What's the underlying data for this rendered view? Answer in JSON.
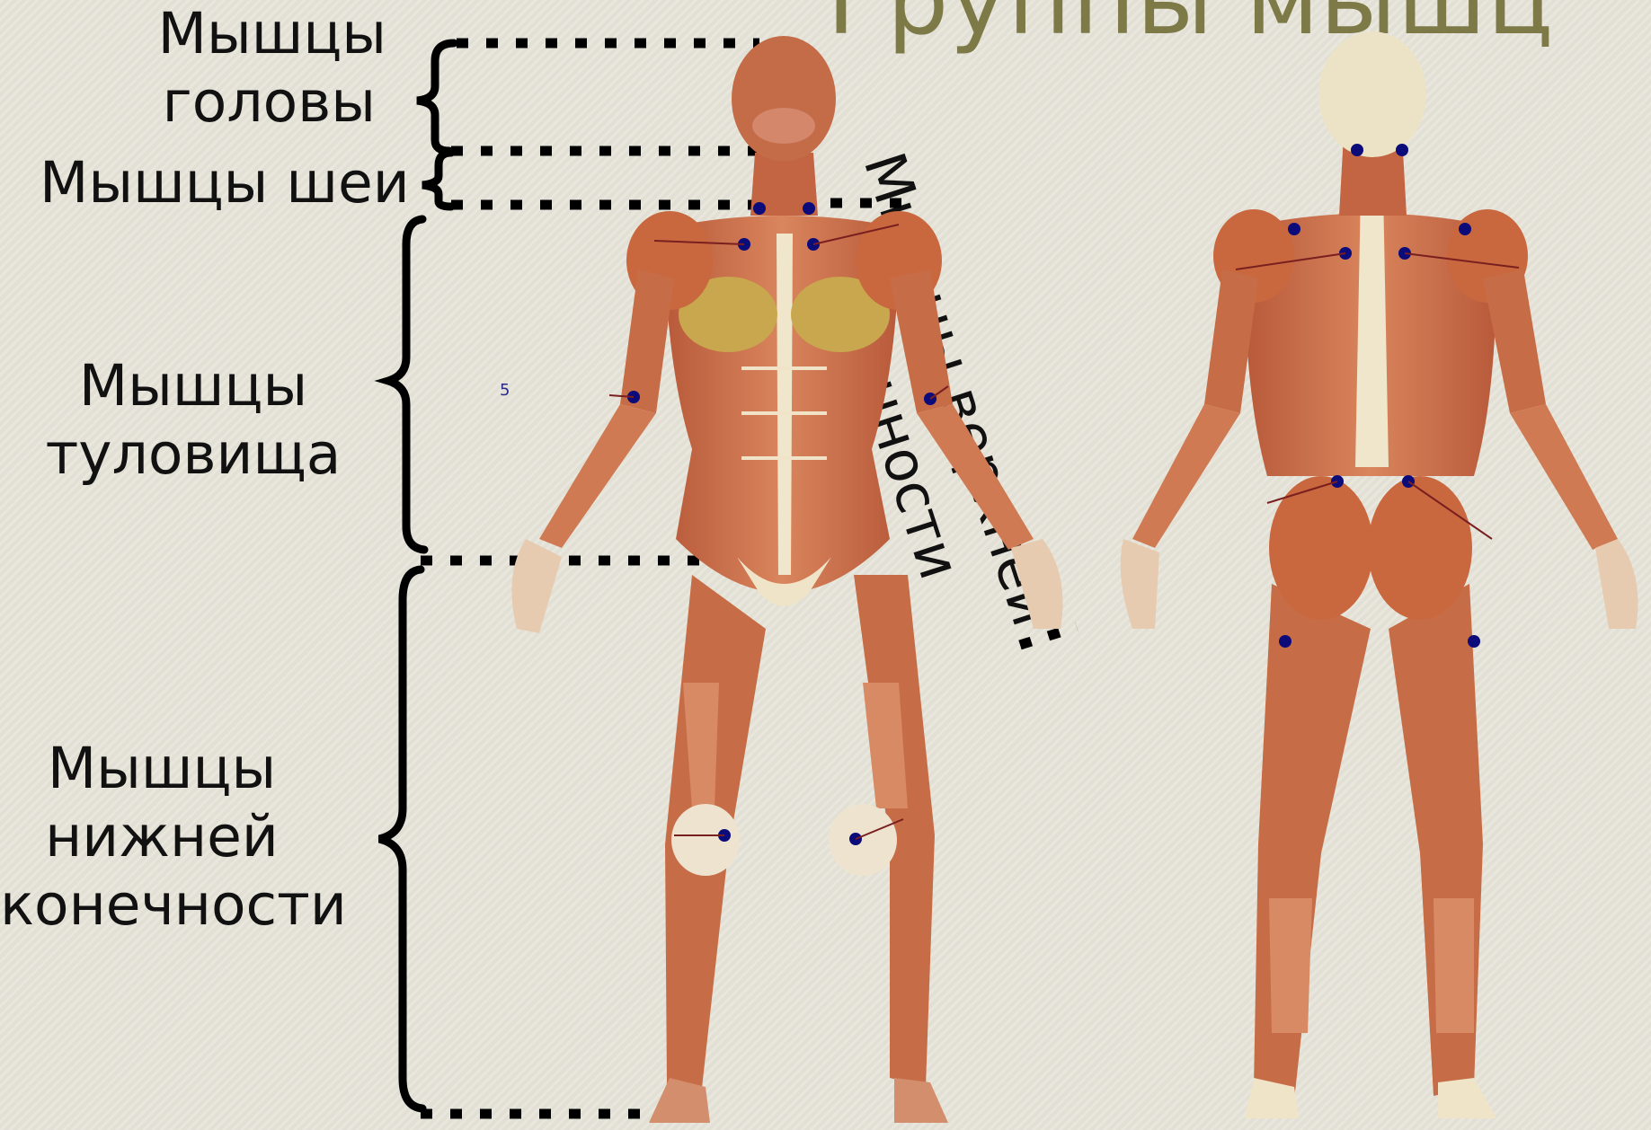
{
  "title": "Группы мышц",
  "labels": {
    "head": [
      "Мышцы",
      "головы"
    ],
    "neck": "Мышцы шеи",
    "trunk": [
      "Мышцы",
      "туловища"
    ],
    "lower_limb": [
      "Мышцы",
      "нижней",
      "конечности"
    ],
    "upper_limb": [
      "Мышцы верхней",
      "конечности"
    ]
  },
  "small_mark": "5",
  "colors": {
    "background": "#e6e4d8",
    "title": "#7d7a48",
    "muscle": "#c96a45",
    "tendon": "#efe6c6",
    "marker": "#0b0b7a"
  }
}
